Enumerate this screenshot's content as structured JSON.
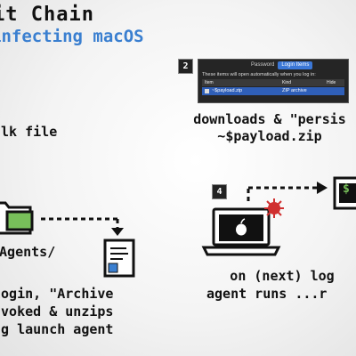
{
  "title": "it Chain",
  "subtitle": "infecting macOS",
  "step2": {
    "badge": "2",
    "window": {
      "tabs": [
        "Password",
        "Login Items"
      ],
      "active_tab": "Login Items",
      "message": "These items will open automatically when you log in:",
      "columns": [
        "Item",
        "Kind",
        "Hide"
      ],
      "row": {
        "item": "~$payload.zip",
        "kind": "ZIP archive"
      }
    },
    "caption_lines": [
      "downloads & \"persis",
      "~$payload.zip"
    ]
  },
  "step1": {
    "caption": "slk file"
  },
  "step3": {
    "folder_label": "hAgents/",
    "caption_lines": [
      "login, \"Archive",
      "nvoked & unzips",
      "ng launch agent"
    ]
  },
  "step4": {
    "badge": "4",
    "terminal_prompt": "$",
    "caption_lines": [
      "on (next) log",
      "agent runs ...r"
    ]
  },
  "colors": {
    "accent": "#3a7fd0",
    "virus": "#d03030",
    "folder_tab": "#78c05a"
  }
}
